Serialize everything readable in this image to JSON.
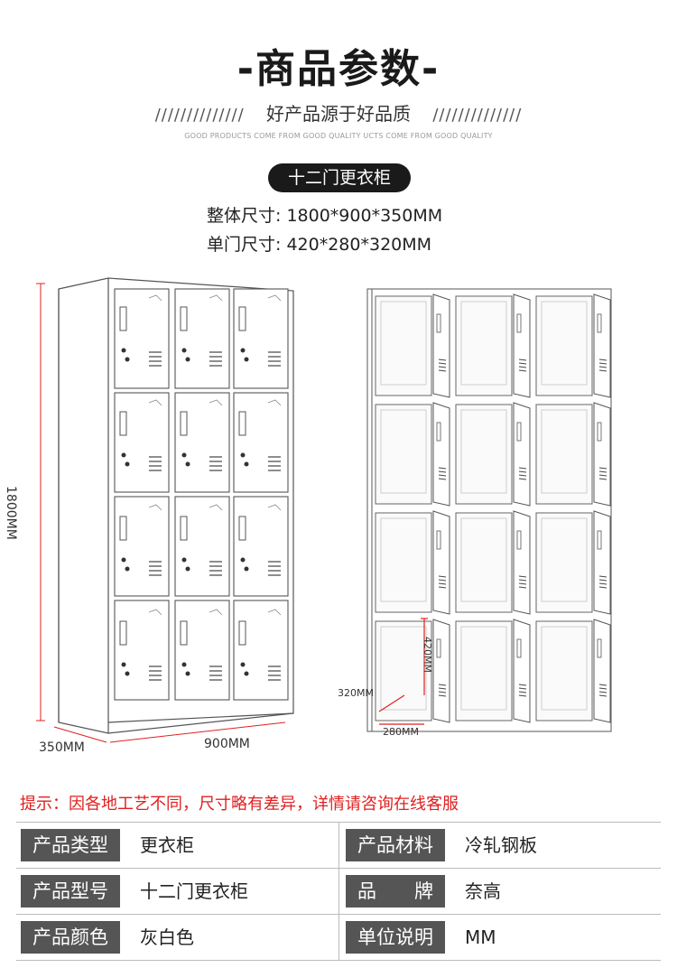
{
  "header": {
    "title": "-商品参数-",
    "subtitle": "好产品源于好品质",
    "slashes": "//////////////",
    "english": "GOOD PRODUCTS COME FROM GOOD QUALITY  UCTS COME FROM GOOD QUALITY"
  },
  "product": {
    "name": "十二门更衣柜",
    "overall_label": "整体尺寸:",
    "overall_value": "1800*900*350MM",
    "door_label": "单门尺寸:",
    "door_value": "420*280*320MM"
  },
  "drawing": {
    "height_label": "1800MM",
    "depth_label": "350MM",
    "width_label": "900MM",
    "door_height_label": "420MM",
    "door_depth_label": "320MM",
    "door_width_label": "280MM",
    "accent_color": "#e02020"
  },
  "tip": "提示：因各地工艺不同，尺寸略有差异，详情请咨询在线客服",
  "specs": [
    {
      "label1": "产品类型",
      "value1": "更衣柜",
      "label2": "产品材料",
      "value2": "冷轧钢板"
    },
    {
      "label1": "产品型号",
      "value1": "十二门更衣柜",
      "label2": "品　　牌",
      "value2": "奈高"
    },
    {
      "label1": "产品颜色",
      "value1": "灰白色",
      "label2": "单位说明",
      "value2": "MM"
    }
  ]
}
